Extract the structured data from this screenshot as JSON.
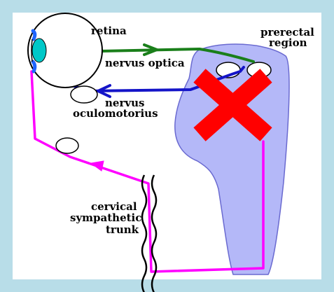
{
  "colors": {
    "frame": "#b8dde8",
    "panel": "#ffffff",
    "brainstem_fill": "#b4b8f8",
    "optic_path": "#1a7f1a",
    "motor_path": "#1414c8",
    "sympathetic_path": "#ff00ff",
    "lesion_cross": "#ff0000",
    "eye_iris": "#00c8c8",
    "eye_lid": "#1e64ff"
  },
  "labels": {
    "retina": "retina",
    "nervus_optica": "nervus optica",
    "prerectal_line1": "prerectal",
    "prerectal_line2": "region",
    "oculomotorius_line1": "nervus",
    "oculomotorius_line2": "oculomotorius",
    "cervical_line1": "cervical",
    "cervical_line2": "sympathetic",
    "cervical_line3": "trunk"
  },
  "icons": {
    "eye": "eye-icon",
    "lesion": "red-x-icon",
    "trunk": "wavy-trunk-icon"
  }
}
